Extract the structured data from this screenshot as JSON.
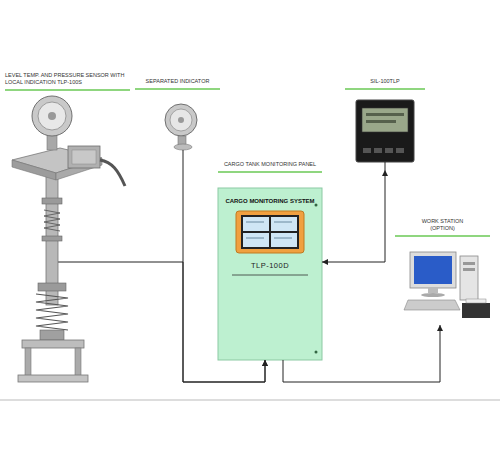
{
  "diagram": {
    "nodes": [
      {
        "text": [
          "LEVEL TEMP. AND PRESSURE SENSOR WITH LOCAL INDICATION TLP-100S"
        ]
      },
      {
        "text": [
          "SEPARATED INDICATOR"
        ]
      },
      {
        "text": [
          "SIL-100TLP"
        ]
      },
      {
        "text": [
          "CARGO TANK MONITORING PANEL",
          "CARGO MONITORING SYSTEM",
          "TLP-100D"
        ]
      },
      {
        "text": [
          "WORK STATION (OPTION)"
        ]
      }
    ],
    "edges": [
      {
        "from": 0,
        "to": 3,
        "arrow": "to"
      },
      {
        "from": 1,
        "to": 3,
        "arrow": "to"
      },
      {
        "from": 3,
        "to": 2,
        "arrow": "both"
      },
      {
        "from": 3,
        "to": 4,
        "arrow": "to"
      }
    ]
  }
}
